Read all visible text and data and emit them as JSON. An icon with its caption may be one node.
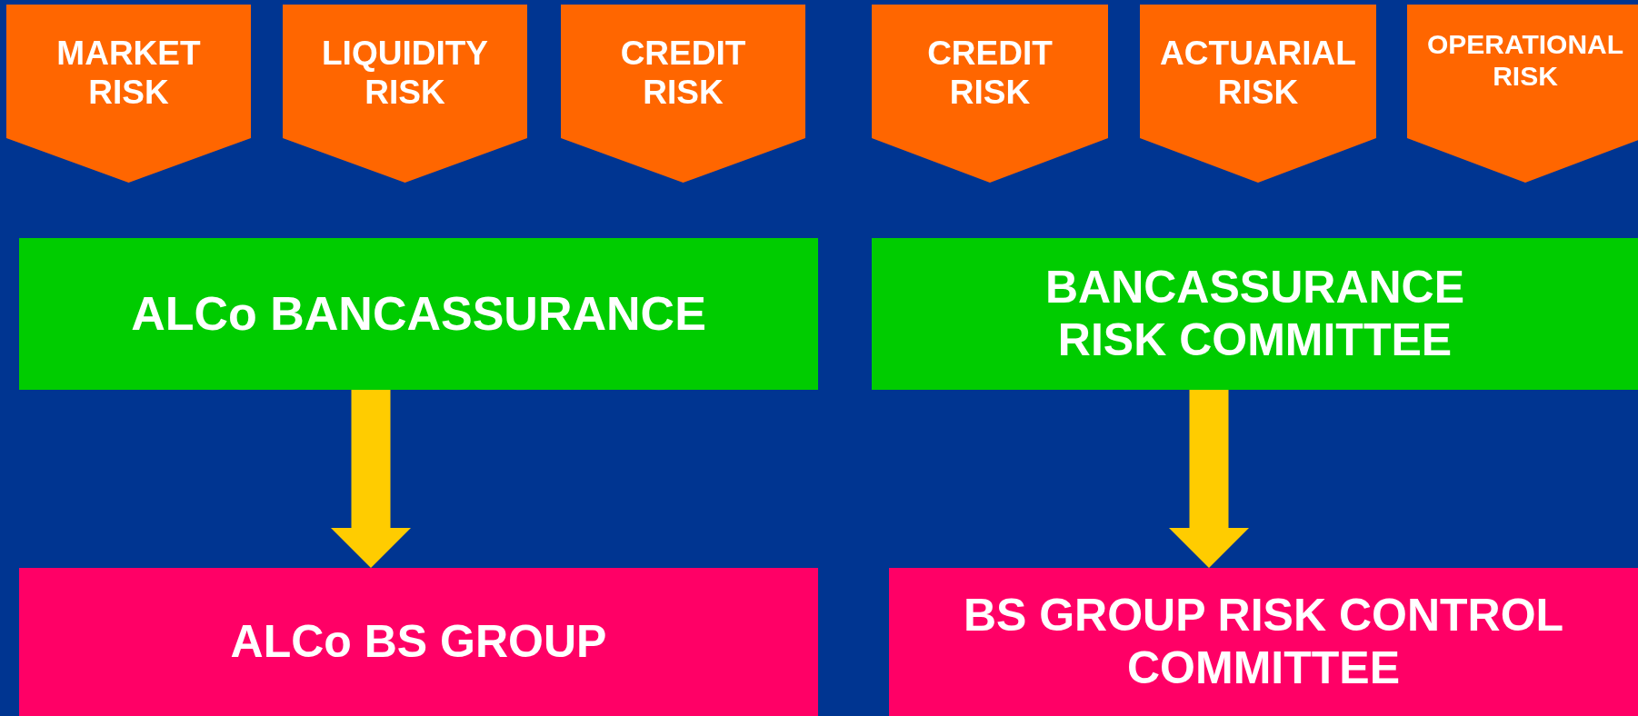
{
  "diagram": {
    "nodes": [
      {
        "text": [
          "MARKET RISK"
        ]
      },
      {
        "text": [
          "LIQUIDITY RISK"
        ]
      },
      {
        "text": [
          "CREDIT RISK"
        ]
      },
      {
        "text": [
          "CREDIT RISK"
        ]
      },
      {
        "text": [
          "ACTUARIAL RISK"
        ]
      },
      {
        "text": [
          "OPERATIONAL RISK"
        ]
      },
      {
        "text": [
          "ALCo BANCASSURANCE"
        ]
      },
      {
        "text": [
          "BANCASSURANCE RISK COMMITTEE"
        ]
      },
      {
        "text": [
          "ALCo BS GROUP"
        ]
      },
      {
        "text": [
          "BS GROUP RISK CONTROL COMMITTEE"
        ]
      }
    ],
    "edges": [
      {
        "from": 6,
        "to": 8,
        "arrow": "to"
      },
      {
        "from": 7,
        "to": 9,
        "arrow": "to"
      }
    ]
  }
}
